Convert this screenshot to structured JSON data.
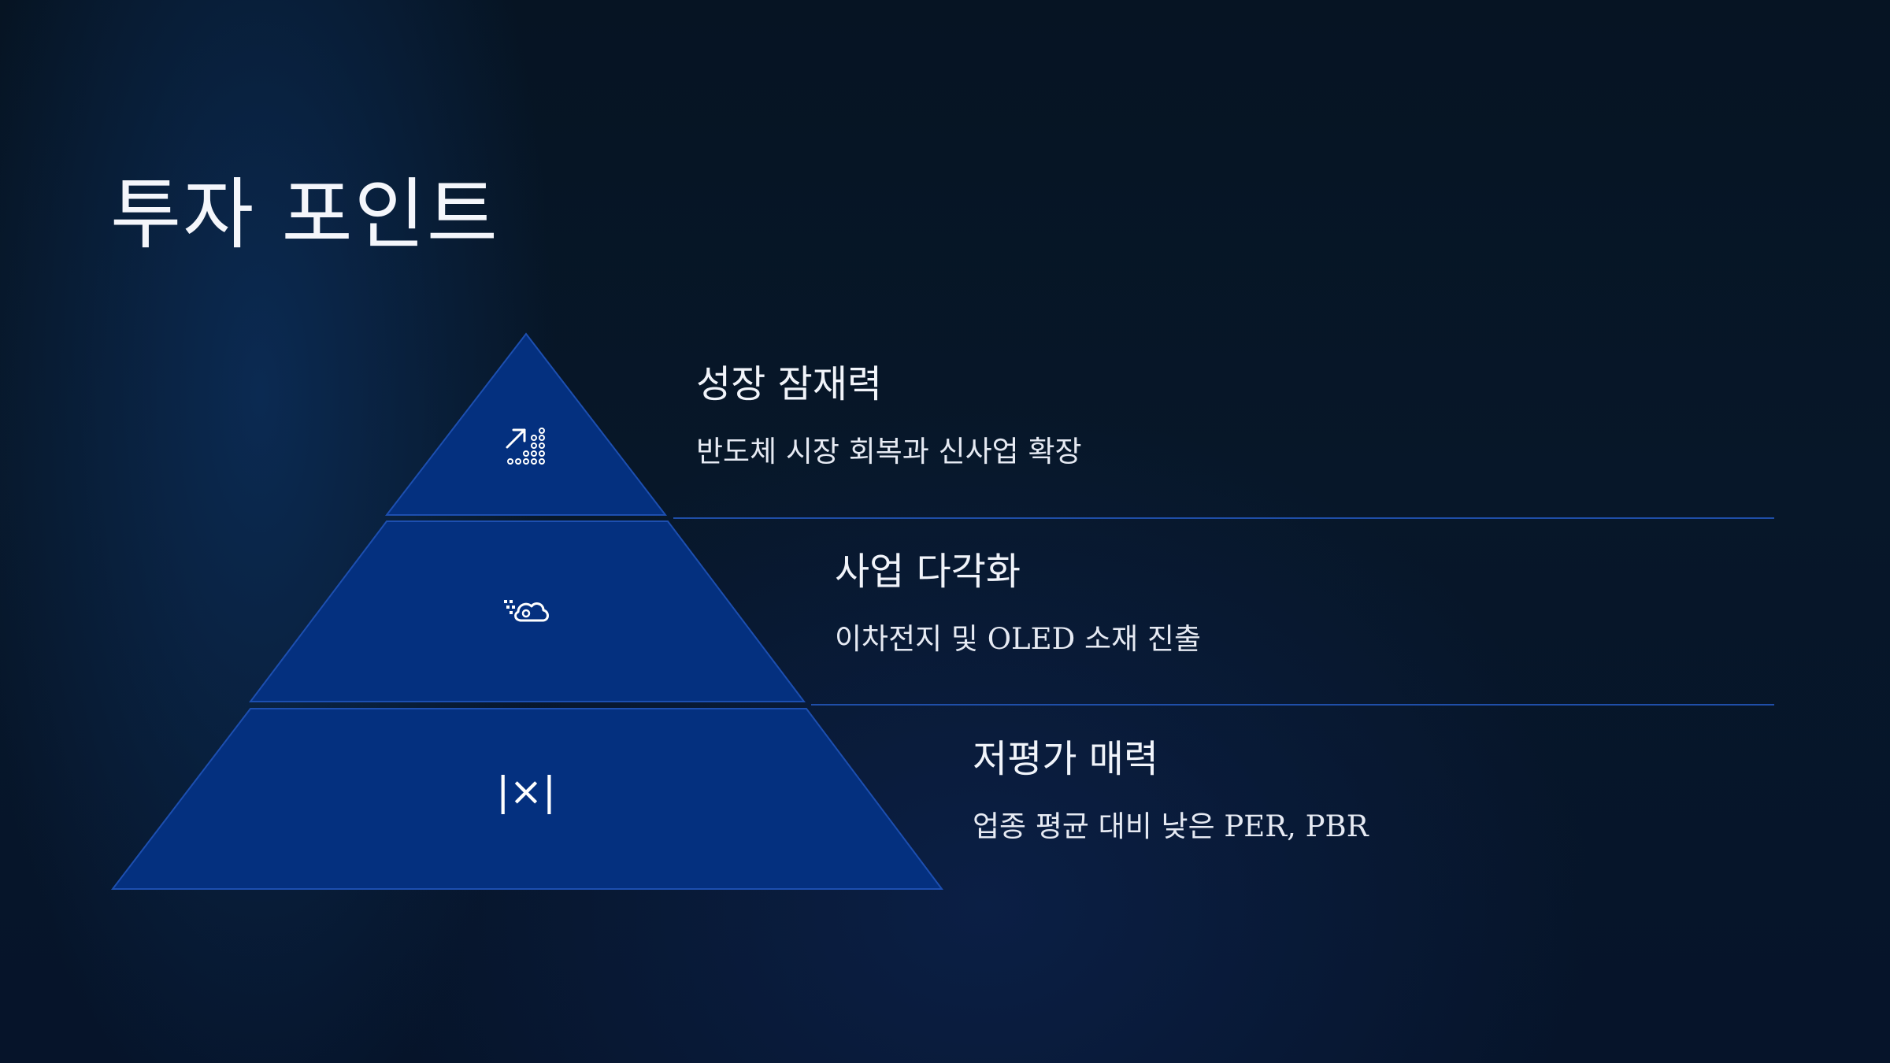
{
  "title": "투자 포인트",
  "colors": {
    "tier_fill": "#04307f",
    "tier_stroke": "#1d4fb0",
    "divider": "#1f4ea8"
  },
  "tiers": [
    {
      "heading": "성장 잠재력",
      "description": "반도체 시장 회복과 신사업 확장",
      "icon": "growth-chart-icon"
    },
    {
      "heading": "사업 다각화",
      "description": "이차전지 및 OLED 소재 진출",
      "icon": "cloud-data-icon"
    },
    {
      "heading": "저평가 매력",
      "description": "업종 평균 대비 낮은 PER, PBR",
      "icon": "abs-value-icon",
      "glyph": "|×|"
    }
  ]
}
